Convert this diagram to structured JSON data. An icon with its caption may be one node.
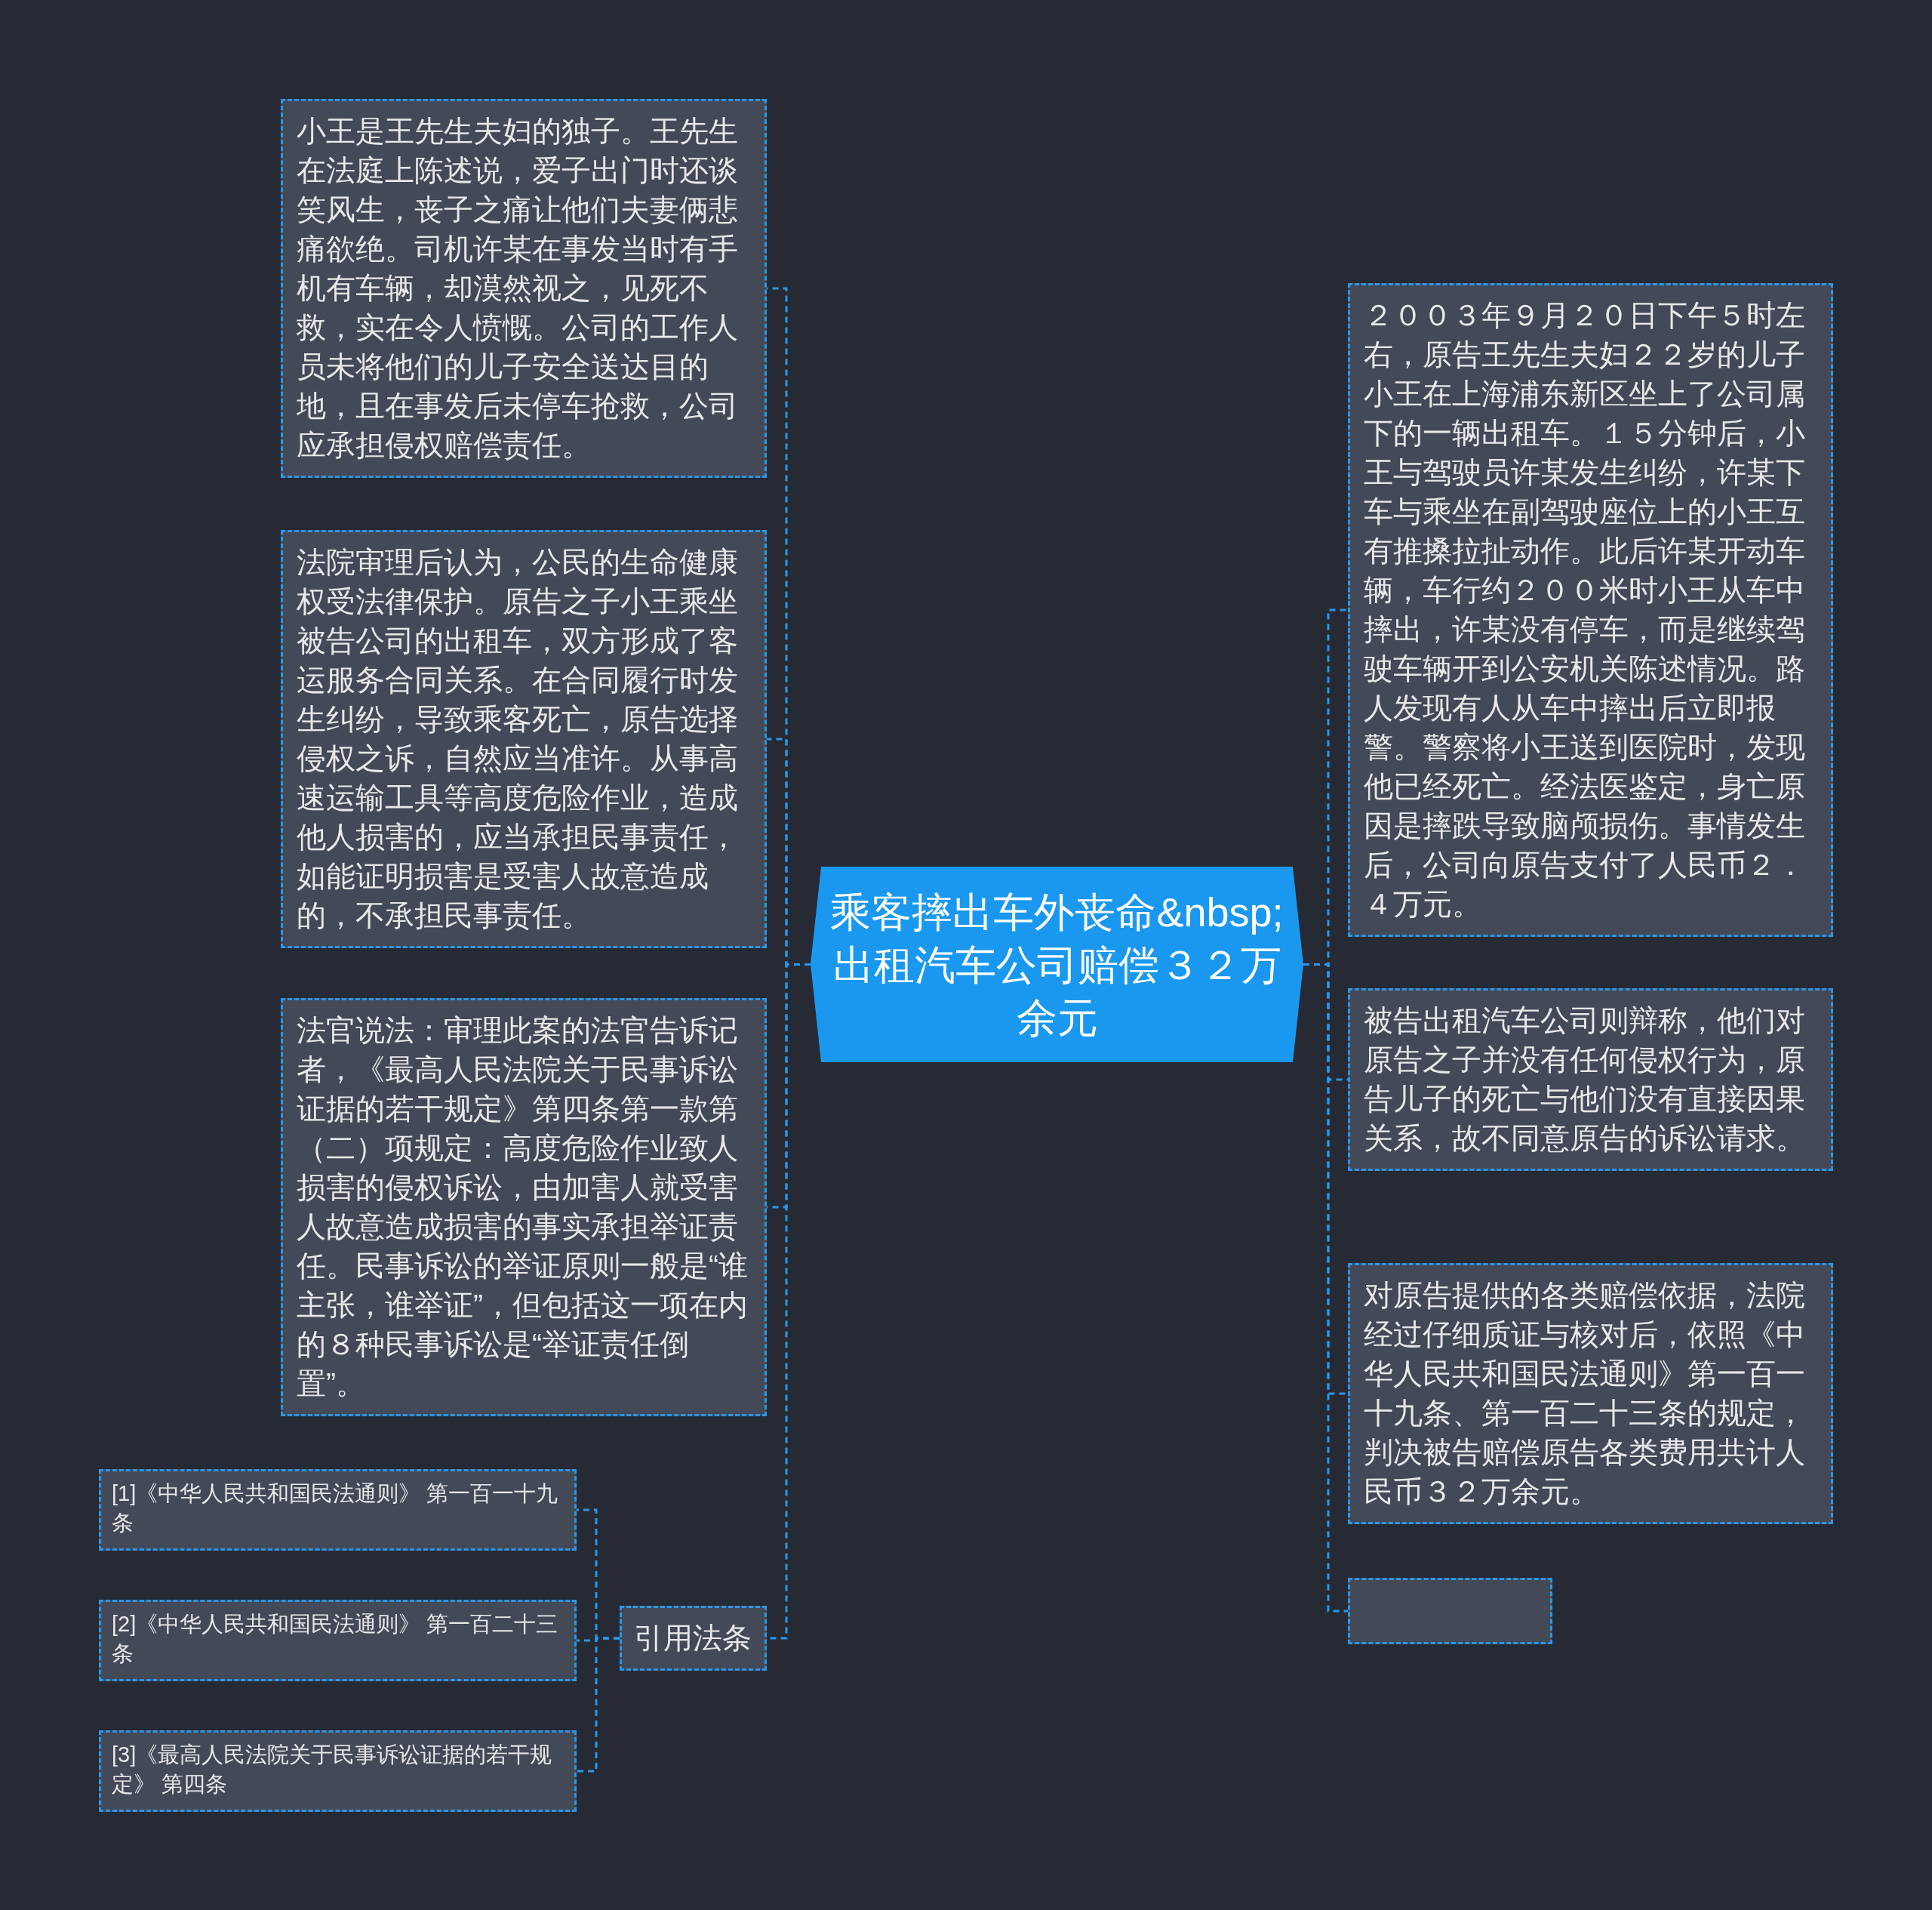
{
  "diagram": {
    "nodes": [
      {
        "text": [
          "乘客摔出车外丧命&nbsp;出租汽车公司赔偿３２万余元"
        ]
      },
      {
        "text": [
          "小王是王先生夫妇的独子。王先生在法庭上陈述说，爱子出门时还谈笑风生，丧子之痛让他们夫妻俩悲痛欲绝。司机许某在事发当时有手机有车辆，却漠然视之，见死不救，实在令人愤慨。公司的工作人员未将他们的儿子安全送达目的地，且在事发后未停车抢救，公司应承担侵权赔偿责任。"
        ]
      },
      {
        "text": [
          "法院审理后认为，公民的生命健康权受法律保护。原告之子小王乘坐被告公司的出租车，双方形成了客运服务合同关系。在合同履行时发生纠纷，导致乘客死亡，原告选择侵权之诉，自然应当准许。从事高速运输工具等高度危险作业，造成他人损害的，应当承担民事责任，如能证明损害是受害人故意造成的，不承担民事责任。"
        ]
      },
      {
        "text": [
          "法官说法：审理此案的法官告诉记者，《最高人民法院关于民事诉讼证据的若干规定》第四条第一款第（二）项规定：高度危险作业致人损害的侵权诉讼，由加害人就受害人故意造成损害的事实承担举证责任。民事诉讼的举证原则一般是“谁主张，谁举证”，但包括这一项在内的８种民事诉讼是“举证责任倒置”。"
        ]
      },
      {
        "text": [
          "引用法条"
        ]
      },
      {
        "text": [
          "[1]《中华人民共和国民法通则》 第一百一十九条"
        ]
      },
      {
        "text": [
          "[2]《中华人民共和国民法通则》 第一百二十三条"
        ]
      },
      {
        "text": [
          "[3]《最高人民法院关于民事诉讼证据的若干规定》 第四条"
        ]
      },
      {
        "text": [
          "２００３年９月２０日下午５时左右，原告王先生夫妇２２岁的儿子小王在上海浦东新区坐上了公司属下的一辆出租车。１５分钟后，小王与驾驶员许某发生纠纷，许某下车与乘坐在副驾驶座位上的小王互有推搡拉扯动作。此后许某开动车辆，车行约２００米时小王从车中摔出，许某没有停车，而是继续驾驶车辆开到公安机关陈述情况。路人发现有人从车中摔出后立即报警。警察将小王送到医院时，发现他已经死亡。经法医鉴定，身亡原因是摔跌导致脑颅损伤。事情发生后，公司向原告支付了人民币２．４万元。"
        ]
      },
      {
        "text": [
          "被告出租汽车公司则辩称，他们对原告之子并没有任何侵权行为，原告儿子的死亡与他们没有直接因果关系，故不同意原告的诉讼请求。"
        ]
      },
      {
        "text": [
          "对原告提供的各类赔偿依据，法院经过仔细质证与核对后，依照《中华人民共和国民法通则》第一百一十九条、第一百二十三条的规定，判决被告赔偿原告各类费用共计人民币３２万余元。"
        ]
      },
      {
        "text": [],
        "shape": "box"
      }
    ],
    "edges": [
      {
        "from": 0,
        "to": 1,
        "arrow": "none"
      },
      {
        "from": 0,
        "to": 2,
        "arrow": "none"
      },
      {
        "from": 0,
        "to": 3,
        "arrow": "none"
      },
      {
        "from": 0,
        "to": 4,
        "arrow": "none"
      },
      {
        "from": 4,
        "to": 5,
        "arrow": "none"
      },
      {
        "from": 4,
        "to": 6,
        "arrow": "none"
      },
      {
        "from": 4,
        "to": 7,
        "arrow": "none"
      },
      {
        "from": 0,
        "to": 8,
        "arrow": "none"
      },
      {
        "from": 0,
        "to": 9,
        "arrow": "none"
      },
      {
        "from": 0,
        "to": 10,
        "arrow": "none"
      },
      {
        "from": 0,
        "to": 11,
        "arrow": "none"
      }
    ]
  }
}
